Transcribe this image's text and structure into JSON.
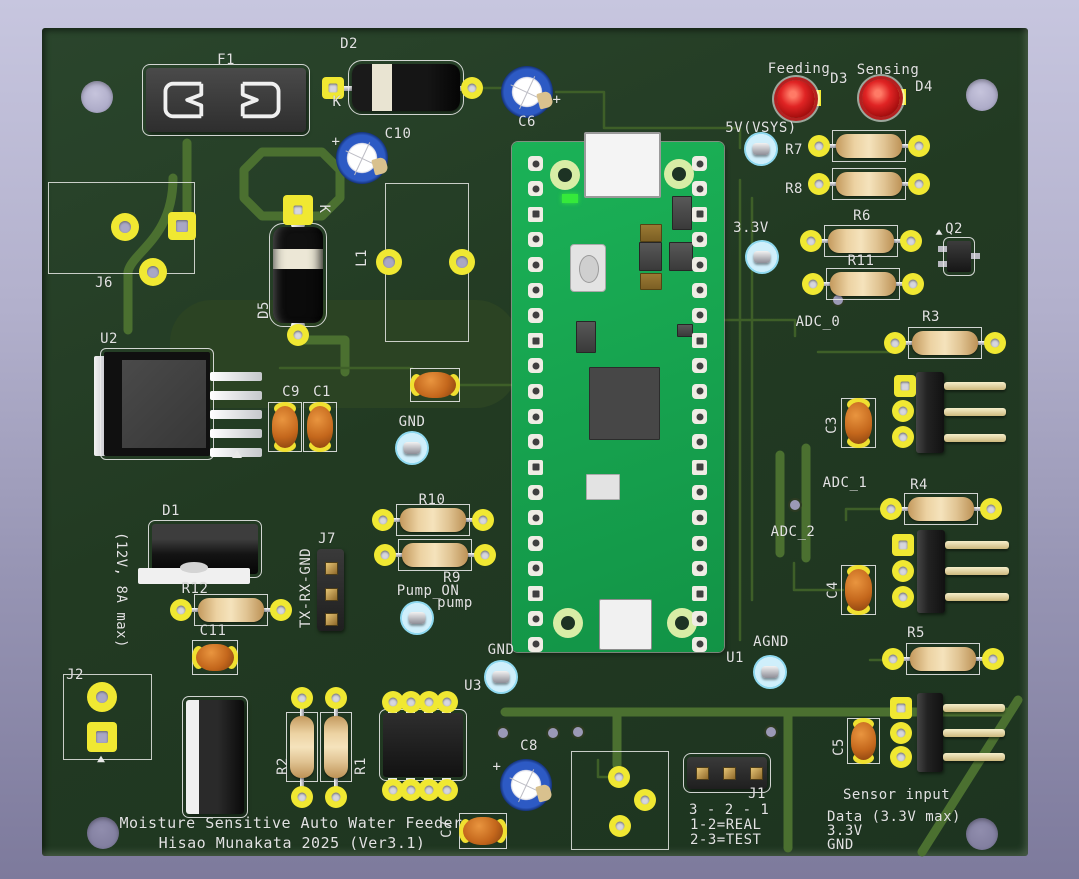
{
  "board": {
    "title1": "Moisture Sensitive Auto Water Feeder",
    "title2": "Hisao Munakata 2025 (Ver3.1)"
  },
  "silkscreen": {
    "f1": "F1",
    "d2": "D2",
    "k_d2": "K",
    "c10": "C10",
    "c10_plus": "+",
    "c6": "C6",
    "c6_plus": "+",
    "feeding": "Feeding",
    "d3": "D3",
    "sensing": "Sensing",
    "d4": "D4",
    "tp_5v": "5V(VSYS)",
    "r7": "R7",
    "r8": "R8",
    "tp_3v3": "3.3V",
    "r6": "R6",
    "r11": "R11",
    "q2": "Q2",
    "adc_0": "ADC_0",
    "r3": "R3",
    "c3": "C3",
    "j6": "J6",
    "d5": "D5",
    "k_d5": "K",
    "l1": "L1",
    "u2": "U2",
    "c9": "C9",
    "c1": "C1",
    "gnd_mid": "GND",
    "adc_1": "ADC_1",
    "r4": "R4",
    "adc_2": "ADC_2",
    "c4": "C4",
    "r5": "R5",
    "r10": "R10",
    "r9": "R9",
    "j7": "J7",
    "tx_rx_gnd": "TX-RX-GND",
    "pump_on": "Pump_ON",
    "pump": "pump",
    "d1": "D1",
    "r12": "R12",
    "c11": "C11",
    "power_rating": "(12V, 8A max)",
    "j2": "J2",
    "u1": "U1",
    "agnd": "AGND",
    "gnd_bottom": "GND",
    "u3": "U3",
    "c8": "C8",
    "c8_plus": "+",
    "c7": "C7",
    "r2": "R2",
    "r1": "R1",
    "c5": "C5",
    "j1": "J1",
    "j1_order": "3 - 2 - 1",
    "j1_real": "1-2=REAL",
    "j1_test": "2-3=TEST",
    "sensor_input": "Sensor input",
    "sensor_data": "Data (3.3V max)",
    "sensor_3v3": "3.3V",
    "sensor_gnd": "GND"
  },
  "colors": {
    "background_top": "#c7c6df",
    "background_bottom": "#7d7a9c",
    "board_green": "#223a22",
    "trace_green": "#4b7030",
    "silkscreen": "#e2e2e2",
    "pad_yellow": "#f0e832",
    "pico_green": "#14a24c",
    "led_red": "#cf1d1d",
    "capacitor_orange": "#c4671c",
    "resistor_tan": "#e6cb9c",
    "testpoint_blue": "#8fd9f0",
    "hole_lavender": "#a9a7c6"
  }
}
